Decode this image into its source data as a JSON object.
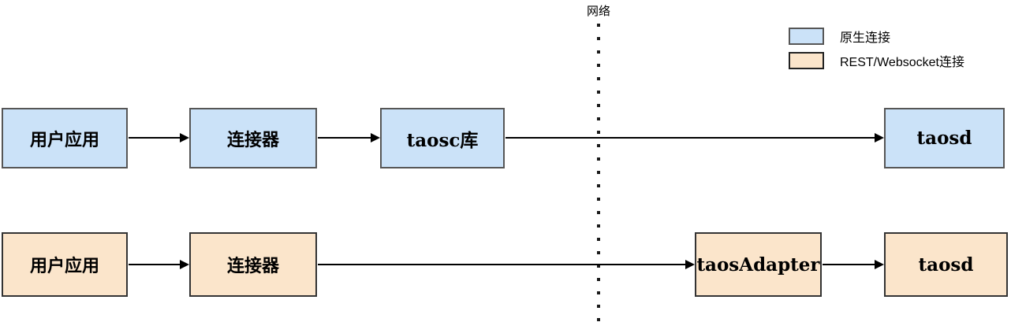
{
  "diagram": {
    "divider_label": "网络"
  },
  "legend": {
    "items": [
      {
        "label": "原生连接",
        "swatch_color": "#cbe2f8"
      },
      {
        "label": "REST/Websocket连接",
        "swatch_color": "#fbe5cb"
      }
    ]
  },
  "rows": [
    {
      "name": "native-connection-flow",
      "nodes": [
        {
          "label": "用户应用"
        },
        {
          "label": "连接器"
        },
        {
          "label": "taosc库"
        },
        {
          "label": "taosd"
        }
      ]
    },
    {
      "name": "rest-websocket-connection-flow",
      "nodes": [
        {
          "label": "用户应用"
        },
        {
          "label": "连接器"
        },
        {
          "label": "taosAdapter"
        },
        {
          "label": "taosd"
        }
      ]
    }
  ],
  "colors": {
    "native_fill": "#cbe2f8",
    "native_border": "#565656",
    "rest_fill": "#fbe5cb",
    "rest_border": "#333333",
    "arrow_line": "#000000"
  }
}
